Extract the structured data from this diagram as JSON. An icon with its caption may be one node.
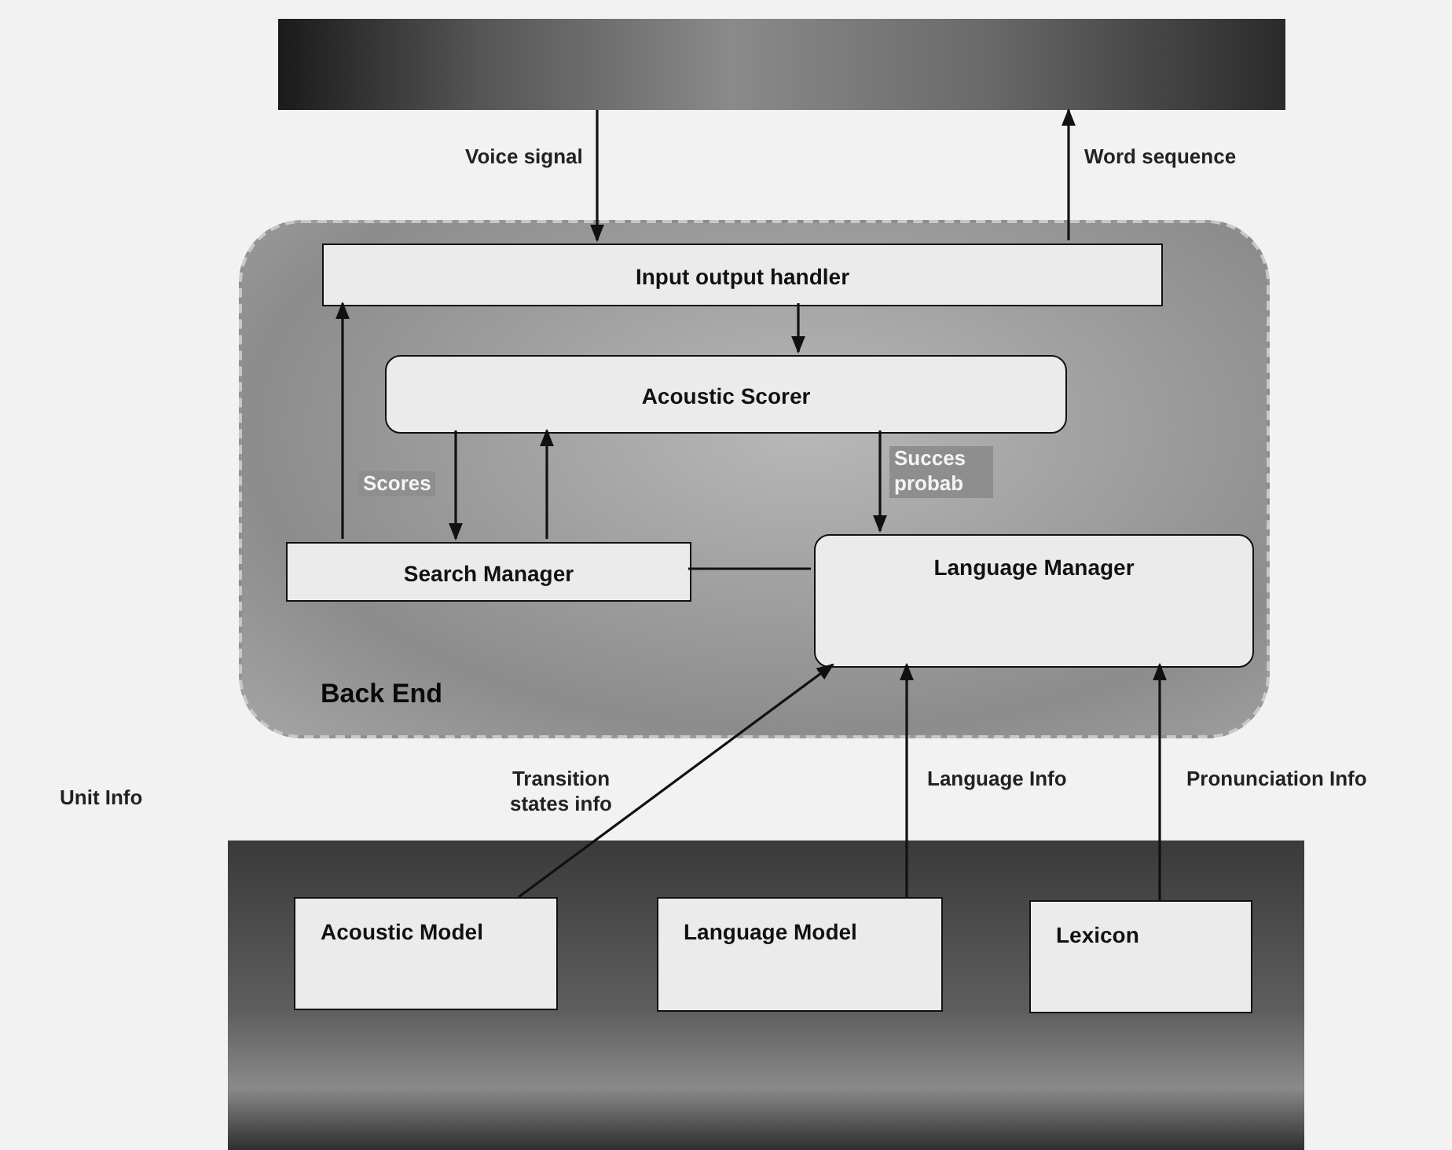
{
  "diagram": {
    "nodes": [
      {
        "text": [],
        "shape": "box"
      },
      {
        "text": [
          "Back End"
        ]
      },
      {
        "text": [
          "Input output handler"
        ],
        "in": 1
      },
      {
        "text": [
          "Acoustic Scorer"
        ],
        "in": 1
      },
      {
        "text": [
          "Search Manager"
        ],
        "in": 1
      },
      {
        "text": [
          "Language Manager"
        ],
        "in": 1
      },
      {
        "text": [],
        "shape": "box"
      },
      {
        "text": [
          "Acoustic Model"
        ],
        "in": 6
      },
      {
        "text": [
          "Language Model"
        ],
        "in": 6
      },
      {
        "text": [
          "Lexicon"
        ],
        "in": 6
      }
    ],
    "edges": [
      {
        "from": 0,
        "to": 2,
        "arrow": "to",
        "label": "Voice signal"
      },
      {
        "from": 2,
        "to": 0,
        "arrow": "to",
        "label": "Word sequence"
      },
      {
        "from": 2,
        "to": 3,
        "arrow": "to"
      },
      {
        "from": 4,
        "to": 2,
        "arrow": "to"
      },
      {
        "from": 3,
        "to": 4,
        "arrow": "to",
        "label": "Scores"
      },
      {
        "from": 4,
        "to": 3,
        "arrow": "to"
      },
      {
        "from": 3,
        "to": 5,
        "arrow": "to",
        "label": "Succes probab"
      },
      {
        "from": 4,
        "to": 5,
        "arrow": "none"
      },
      {
        "from": 7,
        "to": 5,
        "arrow": "to",
        "label": "Transition states info"
      },
      {
        "from": 8,
        "to": 5,
        "arrow": "to",
        "label": "Language Info"
      },
      {
        "from": 9,
        "to": 5,
        "arrow": "to",
        "label": "Pronunciation Info"
      }
    ],
    "labels": [
      "Unit Info"
    ]
  }
}
